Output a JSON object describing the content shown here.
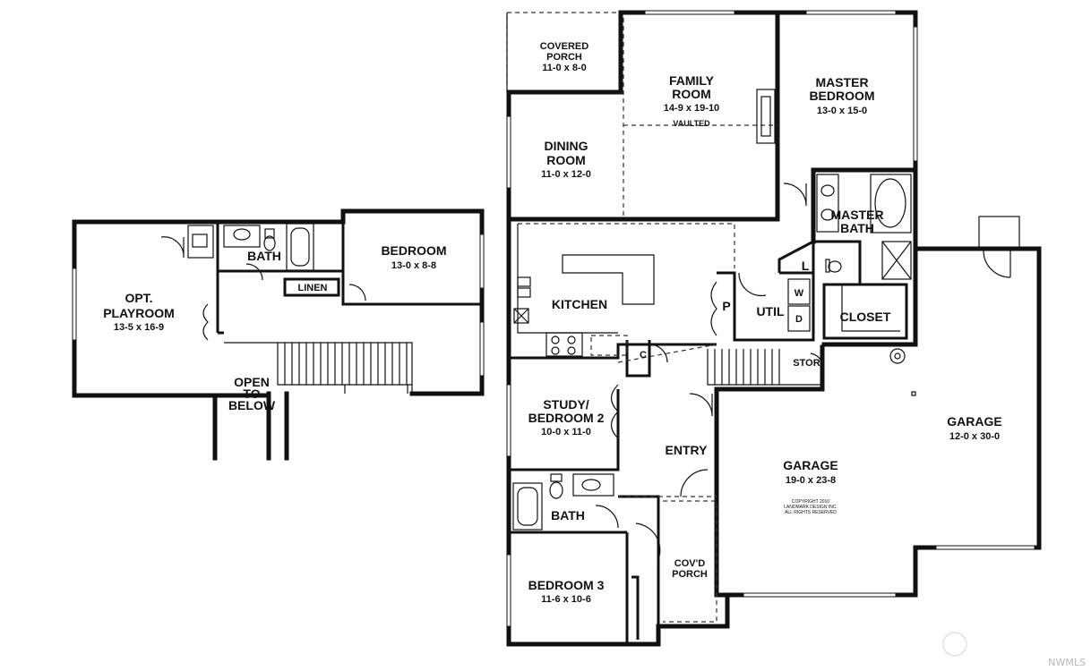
{
  "upper_floor": {
    "playroom": {
      "name_1": "OPT.",
      "name_2": "PLAYROOM",
      "dims": "13-5 x 16-9"
    },
    "bath": {
      "name": "BATH"
    },
    "linen": {
      "name": "LINEN"
    },
    "bedroom": {
      "name": "BEDROOM",
      "dims": "13-0 x 8-8"
    },
    "open_below": {
      "line_1": "OPEN",
      "line_2": "TO",
      "line_3": "BELOW"
    }
  },
  "main_floor": {
    "covered_porch": {
      "name_1": "COVERED",
      "name_2": "PORCH",
      "dims": "11-0 x 8-0"
    },
    "family_room": {
      "name_1": "FAMILY",
      "name_2": "ROOM",
      "dims": "14-9 x 19-10",
      "note": "VAULTED"
    },
    "master_bedroom": {
      "name_1": "MASTER",
      "name_2": "BEDROOM",
      "dims": "13-0 x 15-0"
    },
    "dining_room": {
      "name_1": "DINING",
      "name_2": "ROOM",
      "dims": "11-0 x 12-0"
    },
    "master_bath": {
      "name_1": "MASTER",
      "name_2": "BATH"
    },
    "kitchen": {
      "name": "KITCHEN"
    },
    "pantry": {
      "label": "P"
    },
    "laundry": {
      "label": "L"
    },
    "util": {
      "name": "UTIL"
    },
    "washer": {
      "label": "W"
    },
    "dryer": {
      "label": "D"
    },
    "closet": {
      "name": "CLOSET"
    },
    "coat_closet": {
      "label": "C"
    },
    "storage": {
      "name": "STOR."
    },
    "study": {
      "name_1": "STUDY/",
      "name_2": "BEDROOM 2",
      "dims": "10-0 x 11-0"
    },
    "entry": {
      "name": "ENTRY"
    },
    "bath": {
      "name": "BATH"
    },
    "bedroom3": {
      "name": "BEDROOM 3",
      "dims": "11-6 x 10-6"
    },
    "covd_porch": {
      "name_1": "COV'D",
      "name_2": "PORCH"
    },
    "garage_main": {
      "name": "GARAGE",
      "dims": "19-0 x 23-8"
    },
    "garage_side": {
      "name": "GARAGE",
      "dims": "12-0 x 30-0"
    },
    "copyright": {
      "line_1": "COPYRIGHT 2010",
      "line_2": "LANDMARK DESIGN INC.",
      "line_3": "ALL RIGHTS RESERVED"
    }
  },
  "watermark": {
    "text": "NWMLS"
  }
}
